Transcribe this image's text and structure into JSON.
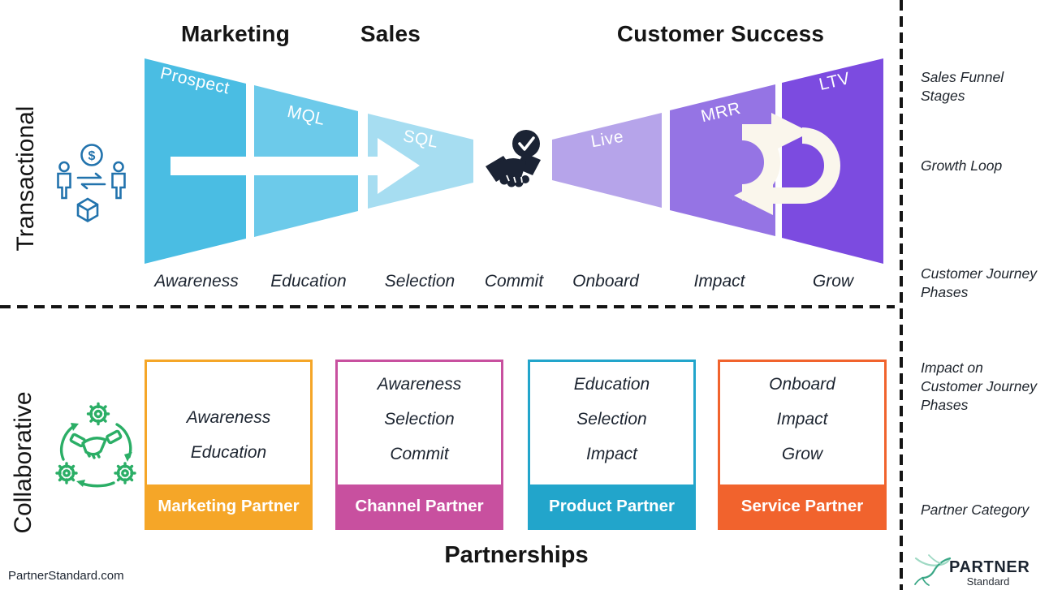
{
  "sections": {
    "transactional": {
      "row_label": "Transactional",
      "icon": "buyer-seller-exchange-icon",
      "department_headers": [
        {
          "label": "Marketing"
        },
        {
          "label": "Sales"
        },
        {
          "label": "Customer Success"
        }
      ],
      "funnel_segments": [
        {
          "label": "Prospect",
          "color": "#4ABDE3"
        },
        {
          "label": "MQL",
          "color": "#6CCAEA"
        },
        {
          "label": "SQL",
          "color": "#A6DDF1"
        },
        {
          "label": "Live",
          "color": "#B6A4EA"
        },
        {
          "label": "MRR",
          "color": "#9574E4"
        },
        {
          "label": "LTV",
          "color": "#7C4BE0"
        }
      ],
      "center_icons": {
        "deal": "handshake-deal-icon",
        "check": "check-circle-icon",
        "flow": "funnel-flow-arrow-icon",
        "loop": "growth-loop-arrows-icon"
      },
      "journey_phases": [
        "Awareness",
        "Education",
        "Selection",
        "Commit",
        "Onboard",
        "Impact",
        "Grow"
      ]
    },
    "collaborative": {
      "row_label": "Collaborative",
      "icon": "collaboration-gears-handshake-icon",
      "partner_cards": [
        {
          "category": "Marketing Partner",
          "color": "#F5A628",
          "phases": [
            "Awareness",
            "Education"
          ]
        },
        {
          "category": "Channel Partner",
          "color": "#C8509F",
          "phases": [
            "Awareness",
            "Selection",
            "Commit"
          ]
        },
        {
          "category": "Product Partner",
          "color": "#22A5CB",
          "phases": [
            "Education",
            "Selection",
            "Impact"
          ]
        },
        {
          "category": "Service Partner",
          "color": "#F1632D",
          "phases": [
            "Onboard",
            "Impact",
            "Grow"
          ]
        }
      ],
      "section_title": "Partnerships"
    }
  },
  "right_panel": {
    "annotations": [
      {
        "label": "Sales Funnel Stages"
      },
      {
        "label": "Growth Loop"
      },
      {
        "label": "Customer Journey\nPhases"
      },
      {
        "label": "Impact on\nCustomer Journey\nPhases"
      },
      {
        "label": "Partner Category"
      }
    ]
  },
  "footer": {
    "website": "PartnerStandard.com",
    "brand": {
      "logo": "hummingbird-logo-icon",
      "name": "PARTNER",
      "subtitle": "Standard"
    }
  }
}
